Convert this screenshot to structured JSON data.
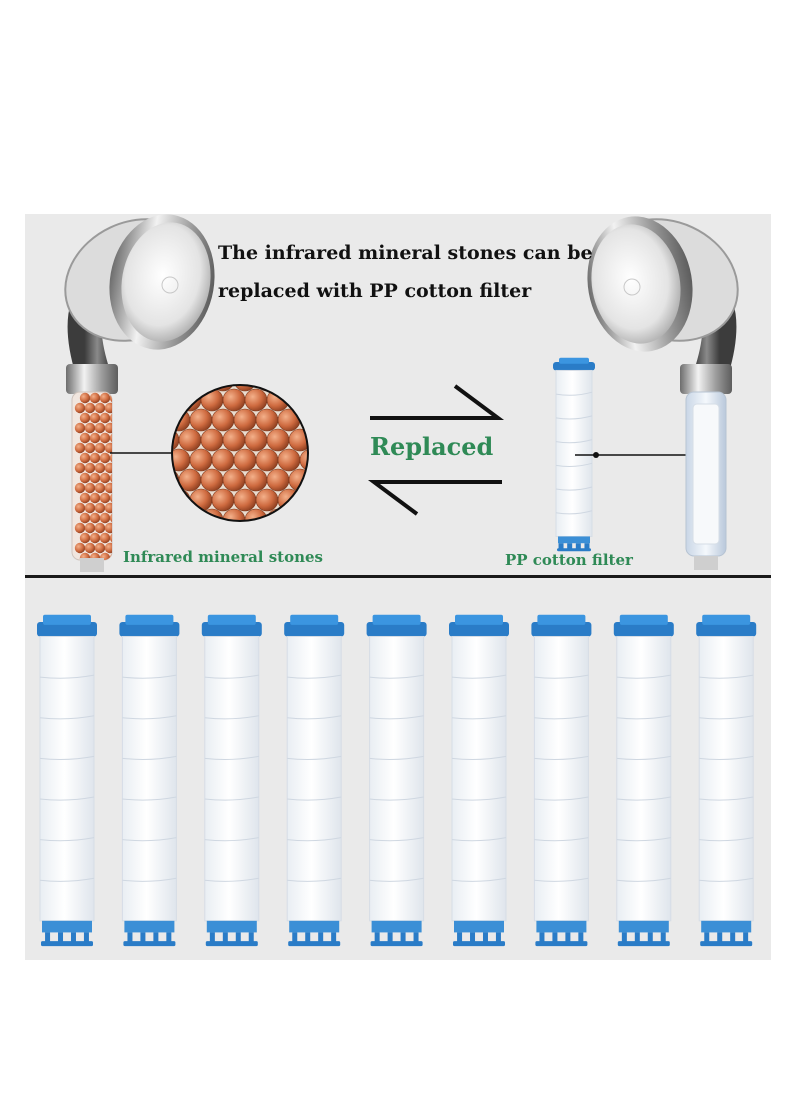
{
  "headline": {
    "line1": "The infrared mineral stones can be",
    "line2": "replaced with PP cotton filter"
  },
  "center_label": "Replaced",
  "left_label": "Infrared mineral stones",
  "right_label": "PP cotton filter",
  "filter_count": 9,
  "colors": {
    "label_green": "#2f8a56",
    "panel_gray": "#eaeaea",
    "cap_blue": "#2a7cc7",
    "stone_orange": "#c8643a"
  }
}
